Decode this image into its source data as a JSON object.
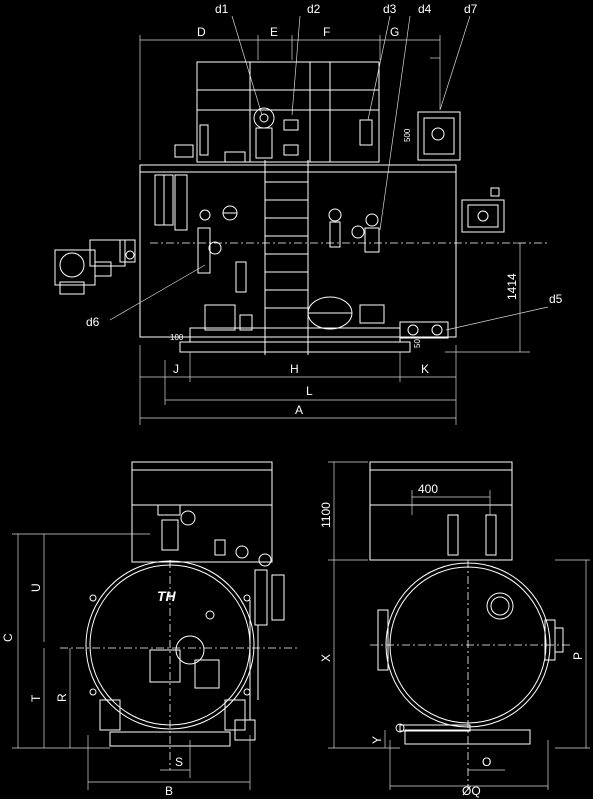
{
  "colors": {
    "background": "#000000",
    "lines": "#ffffff"
  },
  "top_view": {
    "labels": {
      "d1": "d1",
      "d2": "d2",
      "d3": "d3",
      "d4": "d4",
      "d5": "d5",
      "d6": "d6",
      "d7": "d7",
      "D": "D",
      "E": "E",
      "F": "F",
      "G": "G",
      "J": "J",
      "H": "H",
      "K": "K",
      "L": "L",
      "A": "A"
    },
    "dimensions": {
      "500": "500",
      "1414": "1414",
      "100": "100",
      "50": "50"
    }
  },
  "front_view": {
    "labels": {
      "C": "C",
      "U": "U",
      "T": "T",
      "R": "R",
      "S": "S",
      "B": "B"
    },
    "logo": "TH"
  },
  "side_view": {
    "labels": {
      "X": "X",
      "Y": "Y",
      "P": "P",
      "O": "O",
      "Q": "ØQ"
    },
    "dimensions": {
      "400": "400",
      "1100": "1100"
    }
  }
}
